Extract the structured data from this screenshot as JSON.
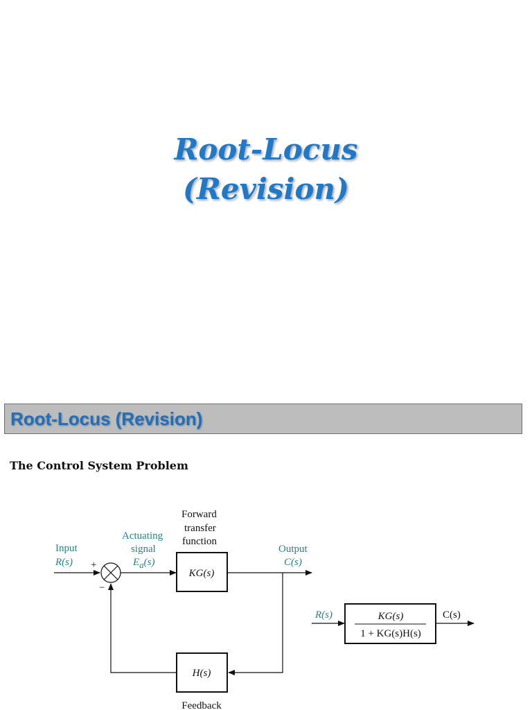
{
  "title": {
    "line1": "Root-Locus",
    "line2": "(Revision)"
  },
  "header": {
    "text": "Root-Locus (Revision)"
  },
  "subtitle": "The Control System Problem",
  "diagram": {
    "input_label": "Input",
    "input_symbol": "R(s)",
    "plus_sign": "+",
    "minus_sign": "−",
    "actuating_line1": "Actuating",
    "actuating_line2": "signal",
    "actuating_symbol_e": "E",
    "actuating_symbol_sub": "a",
    "actuating_symbol_rest": "(s)",
    "forward_line1": "Forward",
    "forward_line2": "transfer",
    "forward_line3": "function",
    "forward_block": "KG(s)",
    "output_label": "Output",
    "output_symbol": "C(s)",
    "feedback_block": "H(s)",
    "feedback_label": "Feedback",
    "closed_input": "R(s)",
    "closed_numerator": "KG(s)",
    "closed_denominator": "1 + KG(s)H(s)",
    "closed_output": "C(s)"
  },
  "colors": {
    "title_blue": "#1f78c8",
    "header_bar": "#bdbdbd",
    "label_teal": "#2a7f8c"
  }
}
